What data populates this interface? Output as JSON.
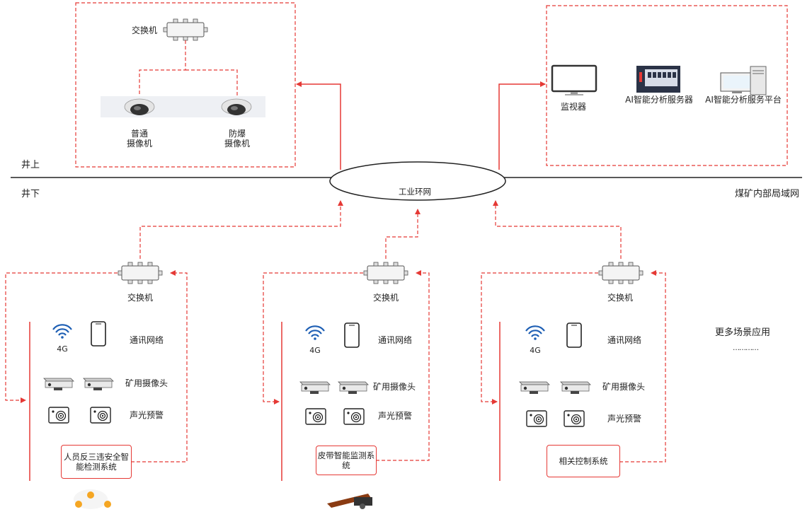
{
  "zones": {
    "above": "井上",
    "below": "井下",
    "network_label": "煤矿内部局域网"
  },
  "ring": {
    "label": "工业环网"
  },
  "top_left": {
    "switch_label": "交换机",
    "cameras": [
      {
        "label": "普通\n摄像机"
      },
      {
        "label": "防爆\n摄像机"
      }
    ]
  },
  "top_right": {
    "devices": [
      {
        "label": "监视器",
        "icon": "monitor-icon"
      },
      {
        "label": "AI智能分析服务器",
        "icon": "server-icon"
      },
      {
        "label": "AI智能分析服务平台",
        "icon": "desktop-pc-icon"
      }
    ]
  },
  "scenes": [
    {
      "switch_label": "交换机",
      "network_label": "通讯网络",
      "g4_label": "4G",
      "camera_label": "矿用摄像头",
      "alarm_label": "声光预警",
      "system_label": "人员反三违安全智能检测系统"
    },
    {
      "switch_label": "交换机",
      "network_label": "通讯网络",
      "g4_label": "4G",
      "camera_label": "矿用摄像头",
      "alarm_label": "声光预警",
      "system_label": "皮带智能监测系统"
    },
    {
      "switch_label": "交换机",
      "network_label": "通讯网络",
      "g4_label": "4G",
      "camera_label": "矿用摄像头",
      "alarm_label": "声光预警",
      "system_label": "相关控制系统"
    }
  ],
  "more": {
    "label": "更多场景应用",
    "ellipsis": "…………"
  },
  "colors": {
    "accent": "#e53935",
    "line": "#222222",
    "wifi": "#1e5fb4"
  }
}
